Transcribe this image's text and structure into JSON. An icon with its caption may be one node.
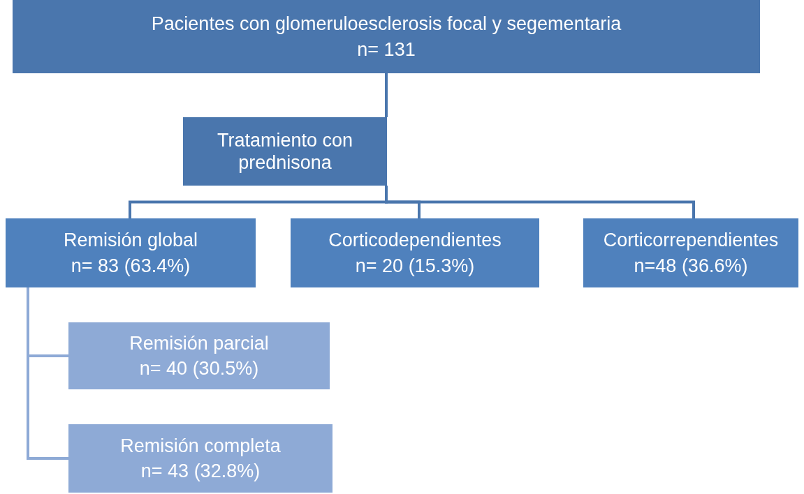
{
  "diagram": {
    "nodes": [
      {
        "text": [
          "Pacientes con glomeruloesclerosis focal y segementaria",
          "n= 131"
        ]
      },
      {
        "text": [
          "Tratamiento con prednisona"
        ]
      },
      {
        "text": [
          "Remisión global",
          "n= 83 (63.4%)"
        ]
      },
      {
        "text": [
          "Corticodependientes",
          "n= 20 (15.3%)"
        ]
      },
      {
        "text": [
          "Corticorrependientes",
          "n=48 (36.6%)"
        ]
      },
      {
        "text": [
          "Remisión parcial",
          "n= 40 (30.5%)"
        ]
      },
      {
        "text": [
          "Remisión completa",
          "n= 43 (32.8%)"
        ]
      }
    ],
    "edges": [
      {
        "from": 0,
        "to": 1,
        "arrow": "none"
      },
      {
        "from": 1,
        "to": 2,
        "arrow": "none"
      },
      {
        "from": 1,
        "to": 3,
        "arrow": "none"
      },
      {
        "from": 1,
        "to": 4,
        "arrow": "none"
      },
      {
        "from": 2,
        "to": 5,
        "arrow": "none",
        "color": "#8eaad6"
      },
      {
        "from": 2,
        "to": 6,
        "arrow": "none",
        "color": "#8eaad6"
      }
    ]
  }
}
